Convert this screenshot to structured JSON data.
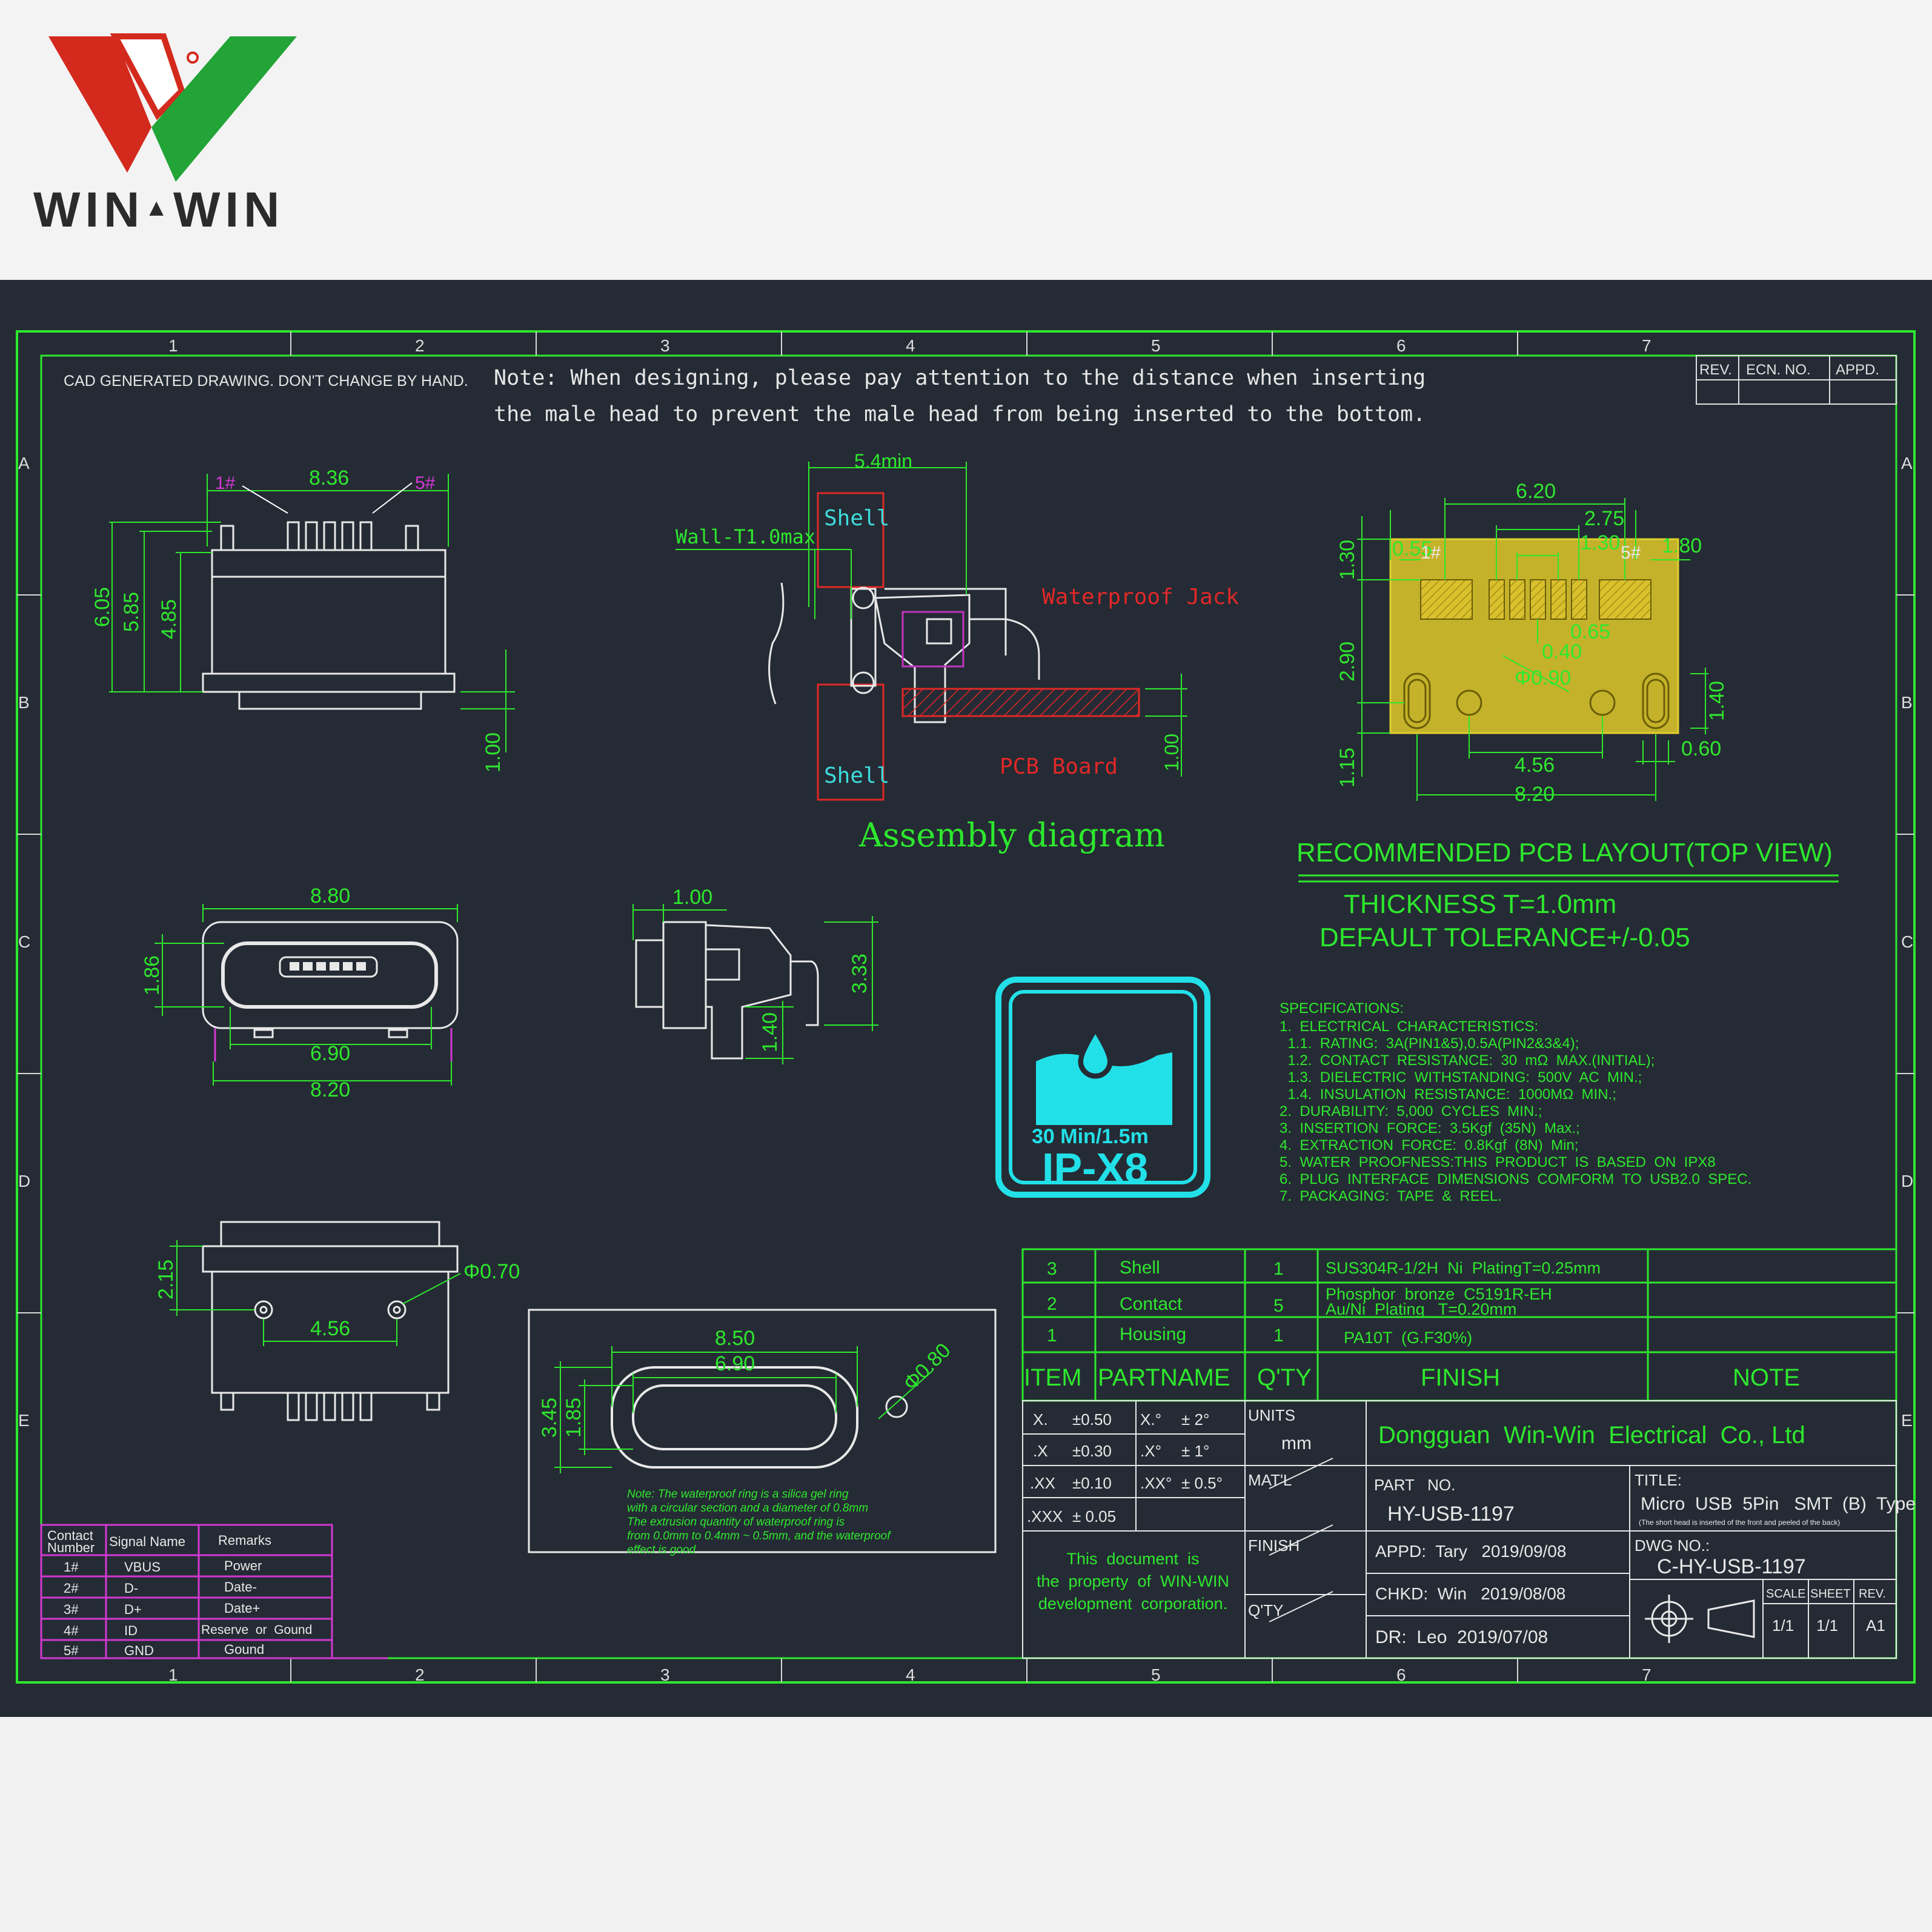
{
  "logo": {
    "left": "WIN",
    "right": "WIN",
    "colors": {
      "red": "#d42a1e",
      "green": "#22a437",
      "text": "#2b2b2b"
    }
  },
  "grid": {
    "cols": [
      "1",
      "2",
      "3",
      "4",
      "5",
      "6",
      "7"
    ],
    "rows": [
      "A",
      "B",
      "C",
      "D",
      "E"
    ]
  },
  "header": {
    "cad_note": "CAD GENERATED DRAWING. DON'T CHANGE BY HAND.",
    "note_line1": "Note: When designing, please pay attention to the distance when inserting",
    "note_line2": "the male head to prevent the male head from being inserted to the bottom.",
    "rev_table": [
      "REV.",
      "ECN. NO.",
      "APPD."
    ]
  },
  "top_view": {
    "dims": [
      "8.36",
      "6.05",
      "5.85",
      "4.85",
      "1.00"
    ],
    "pin_labels": [
      "1#",
      "5#"
    ]
  },
  "assembly": {
    "dims": [
      "5.4min",
      "1.00"
    ],
    "labels": {
      "shell_top": "Shell",
      "shell_bottom": "Shell",
      "wall": "Wall-T1.0max",
      "jack": "Waterproof Jack",
      "pcb": "PCB Board",
      "title": "Assembly diagram"
    }
  },
  "pcb_layout": {
    "dims": [
      "6.20",
      "2.75",
      "1.30",
      "0.55",
      "1.80",
      "1.30",
      "2.90",
      "1.15",
      "0.65",
      "0.40",
      "Φ0.90",
      "1.40",
      "0.60",
      "4.56",
      "8.20"
    ],
    "pin_labels": [
      "1#",
      "5#"
    ],
    "title": "RECOMMENDED PCB LAYOUT(TOP VIEW)",
    "thickness": "THICKNESS T=1.0mm",
    "tolerance": "DEFAULT TOLERANCE+/-0.05"
  },
  "front_view": {
    "dims": [
      "8.80",
      "1.86",
      "6.90",
      "8.20"
    ]
  },
  "side_view": {
    "dims": [
      "1.00",
      "3.33",
      "1.40"
    ]
  },
  "bottom_view": {
    "dims": [
      "2.15",
      "Φ0.70",
      "4.56"
    ]
  },
  "ring_view": {
    "dims": [
      "8.50",
      "6.90",
      "3.45",
      "1.85",
      "Φ0.80"
    ],
    "note": [
      "Note: The waterproof ring is a silica gel ring",
      "with a circular section and a diameter of 0.8mm",
      "The extrusion quantity of waterproof ring is",
      "from 0.0mm to 0.4mm ~ 0.5mm, and the waterproof",
      "effect is good"
    ]
  },
  "badge": {
    "line1": "30 Min/1.5m",
    "line2": "IP-X8",
    "color": "#22e0e8"
  },
  "specs": [
    "SPECIFICATIONS:",
    "1.  ELECTRICAL  CHARACTERISTICS:",
    "  1.1.  RATING:  3A(PIN1&5),0.5A(PIN2&3&4);",
    "  1.2.  CONTACT  RESISTANCE:  30  mΩ  MAX.(INITIAL);",
    "  1.3.  DIELECTRIC  WITHSTANDING:  500V  AC  MIN.;",
    "  1.4.  INSULATION  RESISTANCE:  1000MΩ  MIN.;",
    "2.  DURABILITY:  5,000  CYCLES  MIN.;",
    "3.  INSERTION  FORCE:  3.5Kgf  (35N)  Max.;",
    "4.  EXTRACTION  FORCE:  0.8Kgf  (8N)  Min;",
    "5.  WATER  PROOFNESS:THIS  PRODUCT  IS  BASED  ON  IPX8",
    "6.  PLUG  INTERFACE  DIMENSIONS  COMFORM  TO  USB2.0  SPEC.",
    "7.  PACKAGING:  TAPE  &  REEL."
  ],
  "bom": {
    "rows": [
      {
        "item": "3",
        "part": "Shell",
        "qty": "1",
        "finish": "SUS304R-1/2H  Ni  PlatingT=0.25mm"
      },
      {
        "item": "2",
        "part": "Contact",
        "qty": "5",
        "finish": "Phosphor  bronze  C5191R-EH",
        "finish2": "Au/Ni  Plating   T=0.20mm"
      },
      {
        "item": "1",
        "part": "Housing",
        "qty": "1",
        "finish": "PA10T  (G.F30%)"
      }
    ],
    "headers": {
      "item": "ITEM",
      "part": "PARTNAME",
      "qty": "Q'TY",
      "finish": "FINISH",
      "note": "NOTE"
    }
  },
  "title_block": {
    "tolerances": [
      {
        "a": "X.",
        "b": "±0.50",
        "c": "X.°",
        "d": "± 2°"
      },
      {
        "a": ".X",
        "b": "±0.30",
        "c": ".X°",
        "d": "± 1°"
      },
      {
        "a": ".XX",
        "b": "±0.10",
        "c": ".XX°",
        "d": "± 0.5°"
      },
      {
        "a": ".XXX",
        "b": "± 0.05",
        "c": "",
        "d": ""
      }
    ],
    "units_label": "UNITS",
    "units": "mm",
    "matl": "MAT'L",
    "finish": "FINISH",
    "qty": "Q'TY",
    "company": "Dongguan  Win-Win  Electrical  Co., Ltd",
    "part_no_label": "PART   NO.",
    "part_no": "HY-USB-1197",
    "appd": "APPD:  Tary   2019/09/08",
    "chkd": "CHKD:  Win   2019/08/08",
    "dr": "DR:  Leo  2019/07/08",
    "title_label": "TITLE:",
    "title": "Micro  USB  5Pin   SMT  (B)  Type",
    "title_small": "(The short head is inserted of the front and peeled of the back)",
    "dwg_label": "DWG NO.:",
    "dwg_no": "C-HY-USB-1197",
    "property": [
      "This  document  is",
      "the  property  of  WIN-WIN",
      "development  corporation."
    ],
    "scale_label": "SCALE",
    "sheet_label": "SHEET",
    "rev_label": "REV.",
    "scale": "1/1",
    "sheet": "1/1",
    "rev": "A1"
  },
  "pin_table": {
    "headers": {
      "contact": "Contact\nNumber",
      "signal": "Signal Name",
      "remarks": "Remarks"
    },
    "rows": [
      {
        "n": "1#",
        "s": "VBUS",
        "r": "Power"
      },
      {
        "n": "2#",
        "s": "D-",
        "r": "Date-"
      },
      {
        "n": "3#",
        "s": "D+",
        "r": "Date+"
      },
      {
        "n": "4#",
        "s": "ID",
        "r": "Reserve  or  Gound"
      },
      {
        "n": "5#",
        "s": "GND",
        "r": "Gound"
      }
    ]
  }
}
